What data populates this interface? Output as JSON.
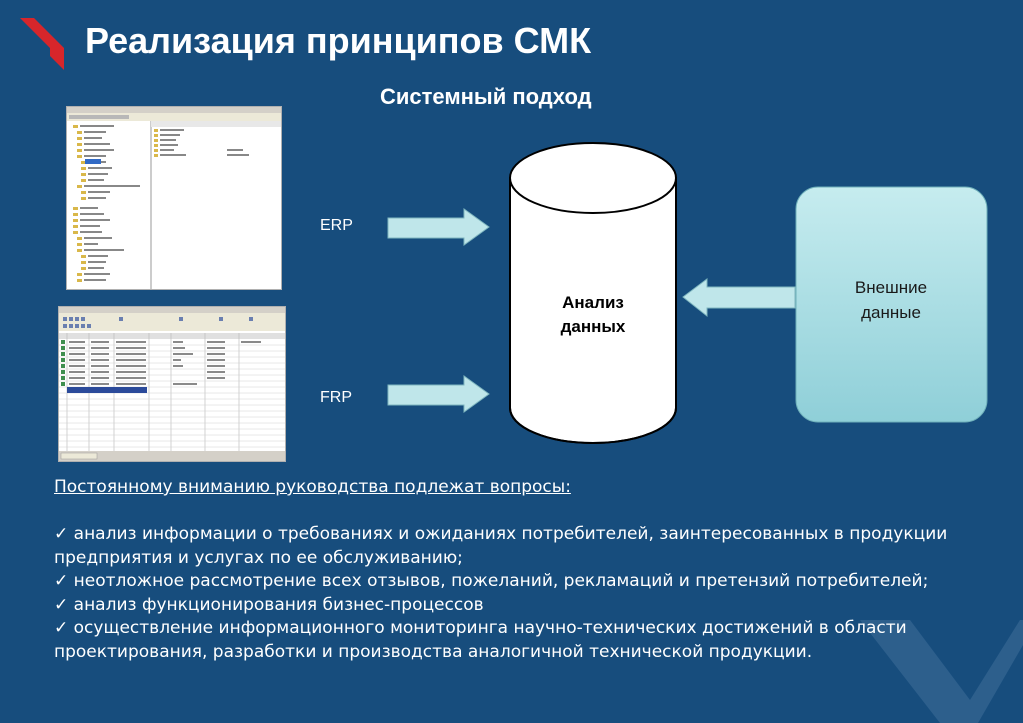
{
  "slide": {
    "title": "Реализация принципов СМК",
    "subtitle": "Системный подход"
  },
  "diagram": {
    "inputs": [
      {
        "label": "ERP"
      },
      {
        "label": "FRP"
      }
    ],
    "center": {
      "line1": "Анализ",
      "line2": "данных"
    },
    "external": {
      "line1": "Внешние",
      "line2": "данные"
    }
  },
  "body": {
    "heading": "Постоянному вниманию руководства подлежат вопросы:",
    "items": [
      "✓ анализ информации о требованиях и ожиданиях потребителей, заинтересованных в продукции предприятия и услугах по ее обслуживанию;",
      "✓ неотложное рассмотрение всех отзывов, пожеланий, рекламаций и претензий потребителей;",
      "✓ анализ функционирования бизнес-процессов",
      "✓ осуществление информационного мониторинга научно-технических достижений в области проектирования, разработки и производства аналогичной технической продукции."
    ]
  },
  "colors": {
    "background": "#174d7d",
    "accent_red": "#d7262b",
    "arrow_fill": "#bfe6ea",
    "external_box": "#a8dde3"
  }
}
